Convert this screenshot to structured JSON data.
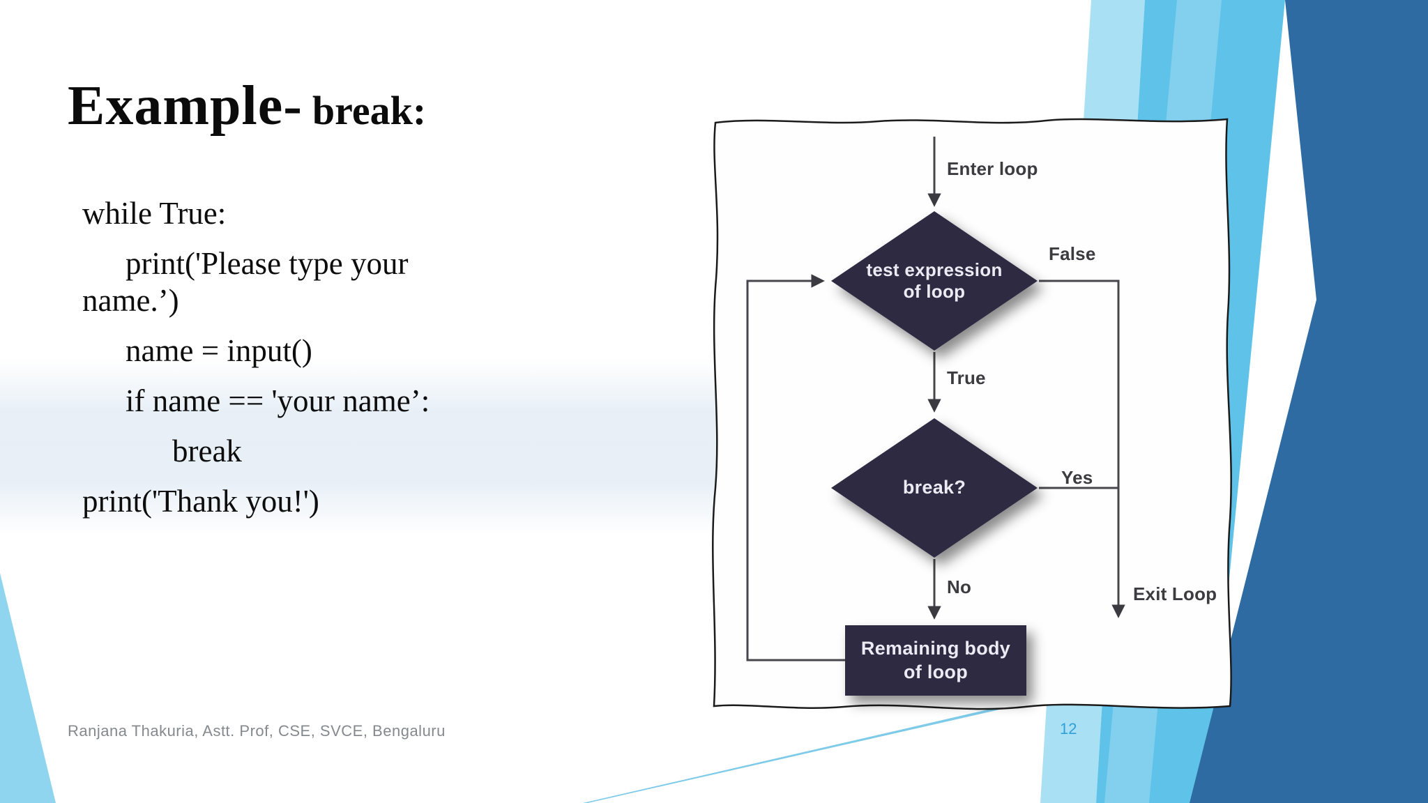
{
  "slide": {
    "title": {
      "main": "Example-",
      "sub": "break:"
    },
    "code_lines": [
      "while True:",
      "print('Please type your",
      "name.’)",
      "name = input()",
      "if name == 'your name’:",
      "break",
      "print('Thank you!')"
    ],
    "footer": {
      "author": "Ranjana Thakuria, Astt. Prof, CSE, SVCE, Bengaluru",
      "page_number": "12"
    }
  },
  "flowchart": {
    "edge_labels": {
      "enter": "Enter loop",
      "false_branch": "False",
      "true_branch": "True",
      "yes_branch": "Yes",
      "no_branch": "No",
      "exit": "Exit Loop"
    },
    "nodes": {
      "test_line1": "test expression",
      "test_line2": "of loop",
      "break_check": "break?",
      "body_line1": "Remaining body",
      "body_line2": "of loop"
    },
    "colors": {
      "node_fill": "#2e2a43",
      "flow_line": "#46464c",
      "frame_stroke": "#1b1b1b"
    }
  },
  "theme": {
    "accent_dark_blue": "#2e6ba3",
    "accent_medium_blue": "#5fc3e9",
    "accent_pale_blue": "#a9e0f4",
    "page_number_blue": "#2f9fd8"
  }
}
